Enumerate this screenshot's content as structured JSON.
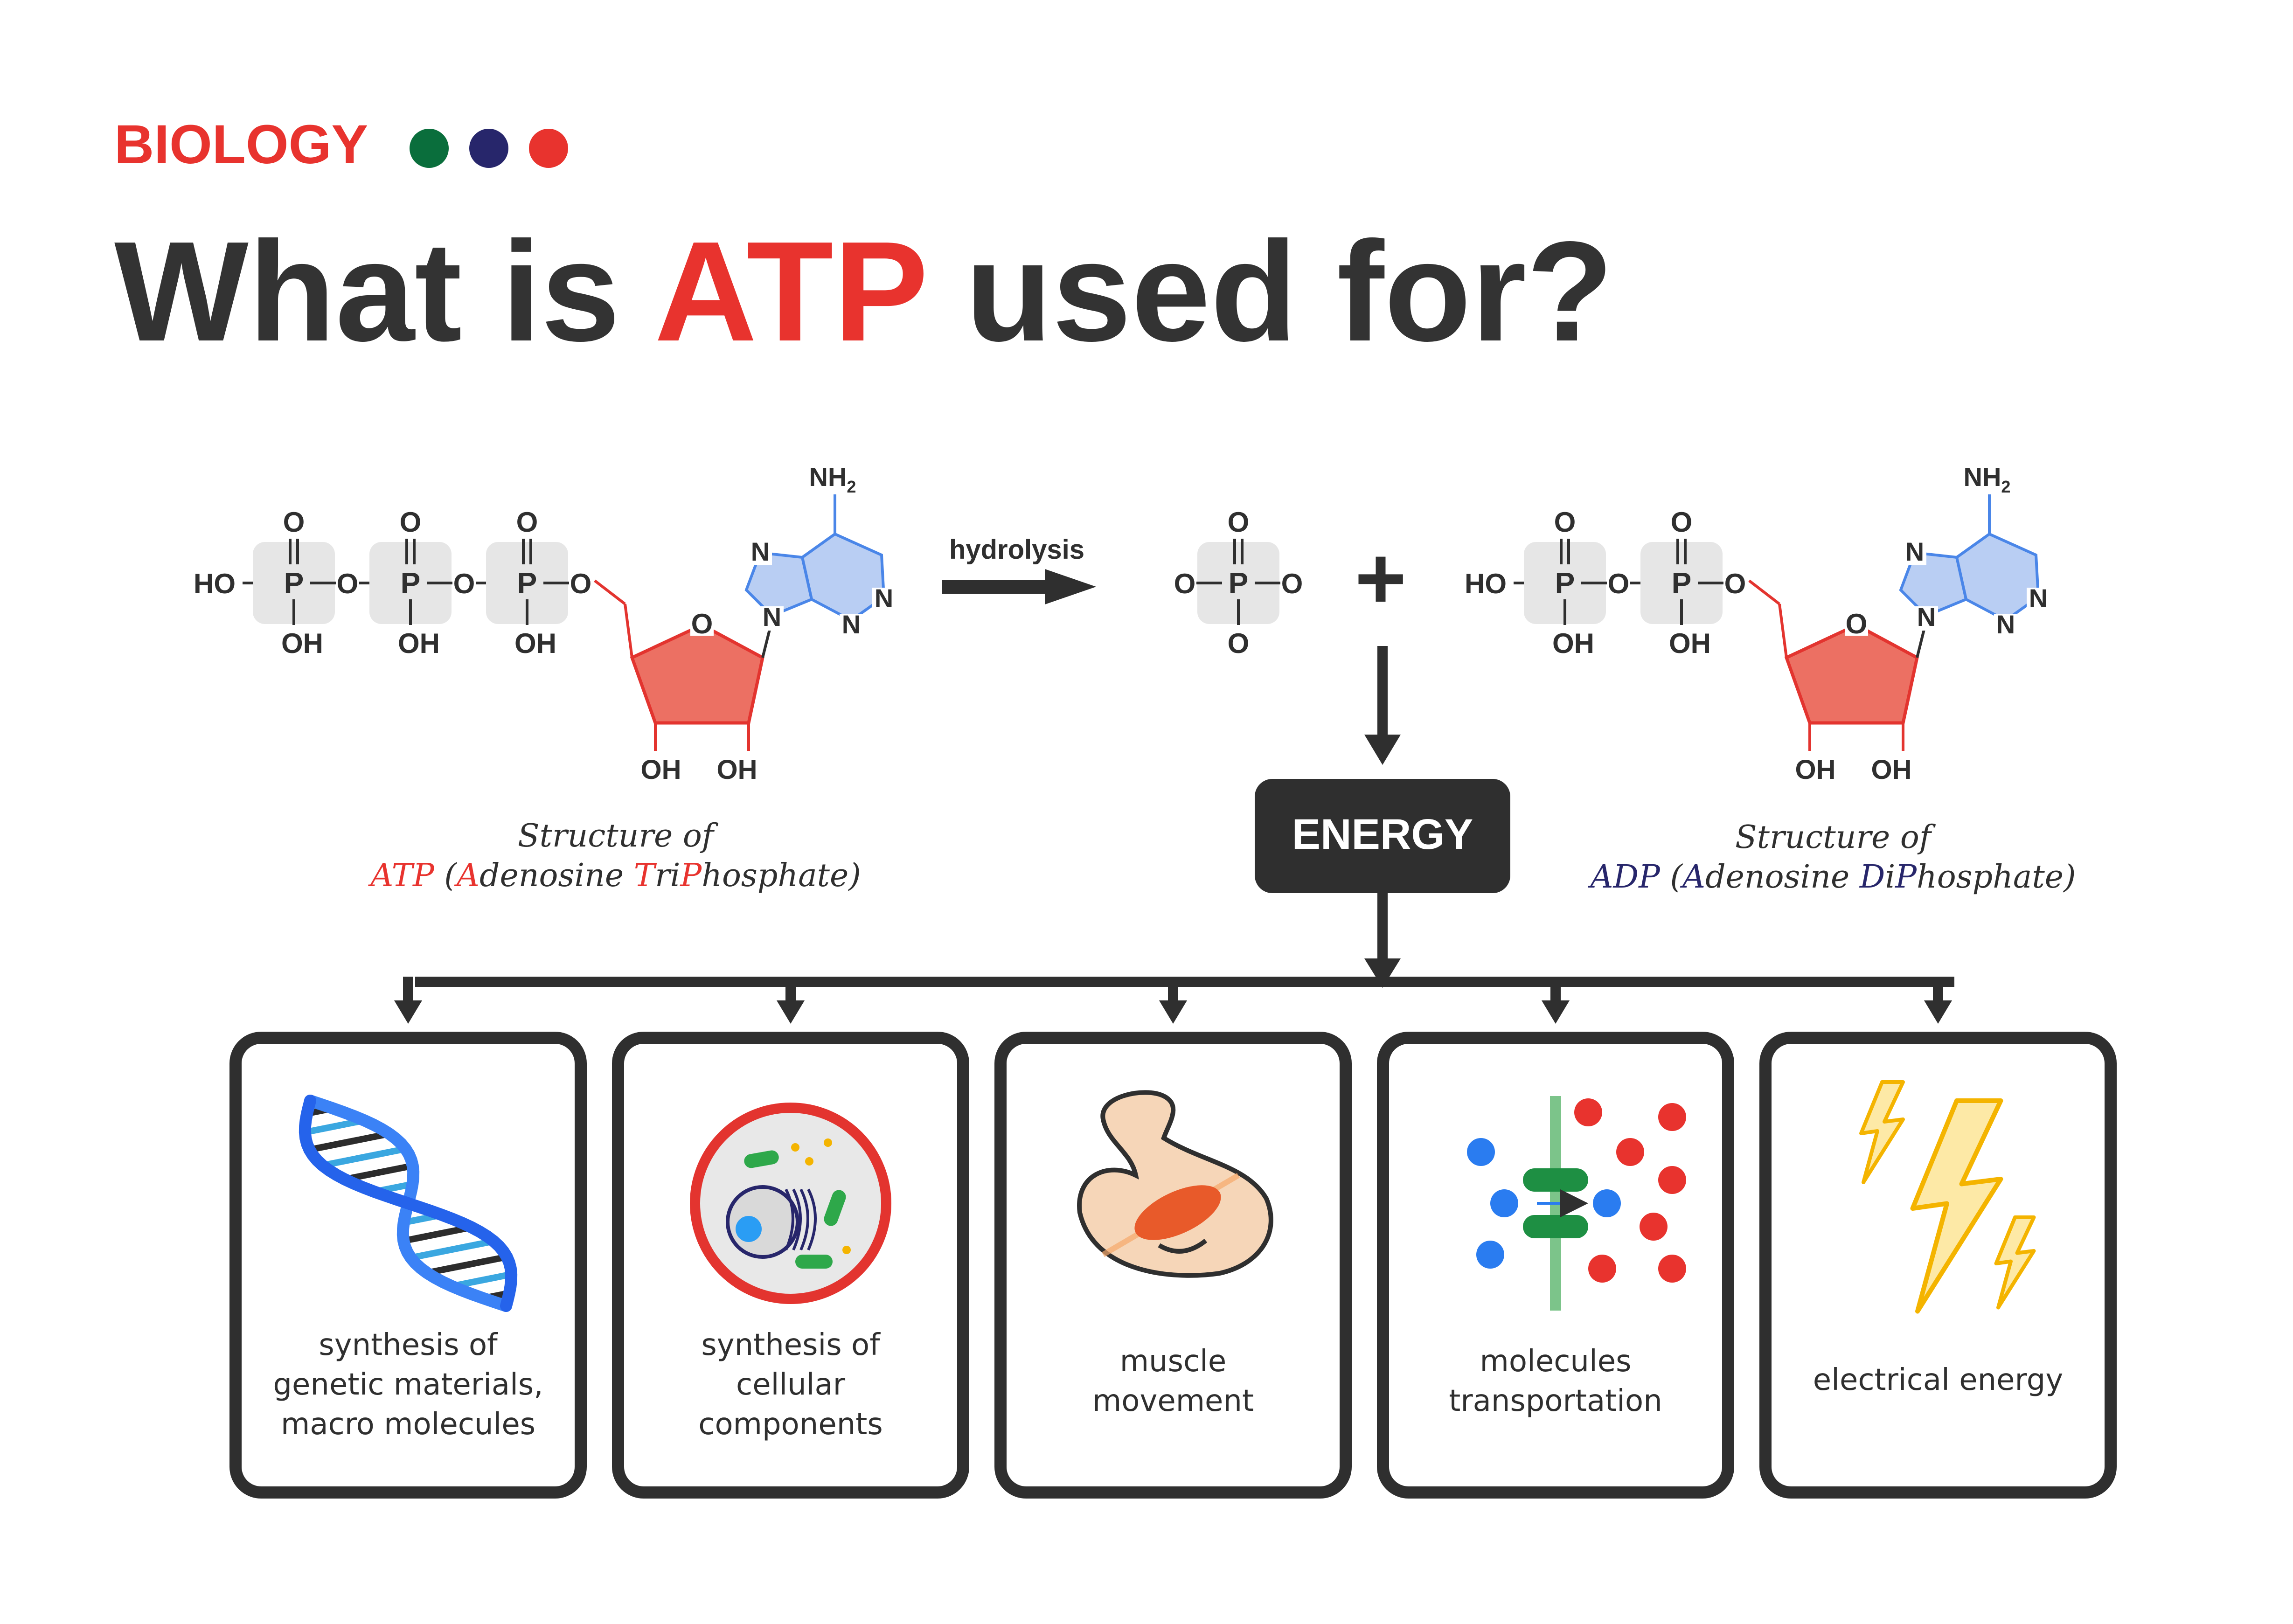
{
  "header": {
    "category": "BIOLOGY",
    "dot_colors": [
      "#0a6e3c",
      "#27266b",
      "#e8332e"
    ]
  },
  "title": {
    "part1": "What is ",
    "highlight": "ATP",
    "part2": " used for?"
  },
  "colors": {
    "accent_red": "#e8332e",
    "dark_text": "#333333",
    "ribose_fill": "#ec7063",
    "ribose_stroke": "#e3342f",
    "base_fill": "#b9cef3",
    "base_stroke": "#4a86e8",
    "adp_blue": "#27266b",
    "energy_box": "#2f2f2f"
  },
  "atp_structure": {
    "labels": {
      "o": "O",
      "p": "P",
      "oh": "OH",
      "ho": "HO",
      "n": "N",
      "nh2": "NH",
      "nh2_sub": "2"
    },
    "caption_line1": "Structure of",
    "caption_line2_parts": [
      {
        "text": "ATP",
        "color": "#e8332e"
      },
      {
        "text": " (",
        "color": "#2f2f2f"
      },
      {
        "text": "A",
        "color": "#e8332e"
      },
      {
        "text": "denosine ",
        "color": "#2f2f2f"
      },
      {
        "text": "T",
        "color": "#e8332e"
      },
      {
        "text": "ri",
        "color": "#2f2f2f"
      },
      {
        "text": "P",
        "color": "#e8332e"
      },
      {
        "text": "hosphate)",
        "color": "#2f2f2f"
      }
    ]
  },
  "reaction": {
    "arrow_label": "hydrolysis",
    "plus": "+"
  },
  "adp_structure": {
    "caption_line1": "Structure of",
    "caption_line2_parts": [
      {
        "text": "ADP",
        "color": "#27266b"
      },
      {
        "text": " (",
        "color": "#2f2f2f"
      },
      {
        "text": "A",
        "color": "#27266b"
      },
      {
        "text": "denosine ",
        "color": "#2f2f2f"
      },
      {
        "text": "D",
        "color": "#27266b"
      },
      {
        "text": "i",
        "color": "#2f2f2f"
      },
      {
        "text": "P",
        "color": "#27266b"
      },
      {
        "text": "hosphate)",
        "color": "#2f2f2f"
      }
    ]
  },
  "energy_label": "ENERGY",
  "uses": [
    {
      "icon": "dna-icon",
      "lines": [
        "synthesis of",
        "genetic materials,",
        "macro molecules"
      ]
    },
    {
      "icon": "cell-icon",
      "lines": [
        "synthesis of",
        "cellular",
        "components"
      ]
    },
    {
      "icon": "muscle-icon",
      "lines": [
        "muscle",
        "movement"
      ]
    },
    {
      "icon": "membrane-transport-icon",
      "lines": [
        "molecules",
        "transportation"
      ]
    },
    {
      "icon": "lightning-icon",
      "lines": [
        "electrical energy"
      ]
    }
  ]
}
